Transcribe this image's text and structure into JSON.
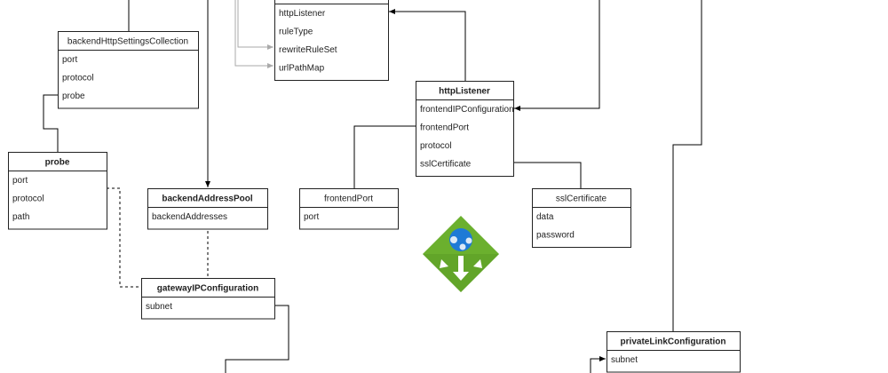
{
  "entities": {
    "rule": {
      "title": "",
      "rows": [
        "httpListener",
        "ruleType",
        "rewriteRuleSet",
        "urlPathMap"
      ]
    },
    "backendHttpSettingsCollection": {
      "title": "backendHttpSettingsCollection",
      "rows": [
        "port",
        "protocol",
        "probe"
      ]
    },
    "probe": {
      "title": "probe",
      "rows": [
        "port",
        "protocol",
        "path"
      ]
    },
    "backendAddressPool": {
      "title": "backendAddressPool",
      "rows": [
        "backendAddresses"
      ]
    },
    "frontendPort": {
      "title": "frontendPort",
      "rows": [
        "port"
      ]
    },
    "httpListener": {
      "title": "httpListener",
      "rows": [
        "frontendIPConfiguration",
        "frontendPort",
        "protocol",
        "sslCertificate"
      ]
    },
    "sslCertificate": {
      "title": "sslCertificate",
      "rows": [
        "data",
        "password"
      ]
    },
    "gatewayIPConfiguration": {
      "title": "gatewayIPConfiguration",
      "rows": [
        "subnet"
      ]
    },
    "privateLinkConfiguration": {
      "title": "privateLinkConfiguration",
      "rows": [
        "subnet"
      ]
    }
  },
  "icon": "azure-application-gateway-icon",
  "colors": {
    "line": "#000000",
    "secondary_line": "#aaaaaa",
    "icon_green": "#6bb02e",
    "icon_blue": "#1e7ad6"
  }
}
